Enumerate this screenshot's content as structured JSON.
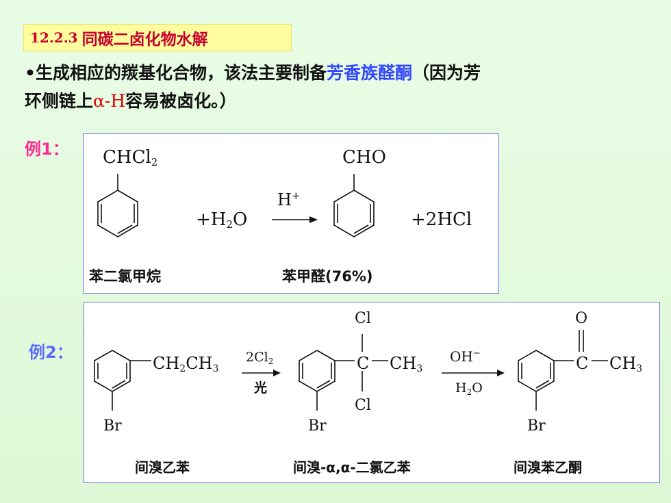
{
  "title": {
    "number": "12.2.3",
    "text": "同碳二卤化物水解"
  },
  "para": {
    "bullet": "•",
    "part1": "生成相应的羰基化合物，该法主要制备",
    "highlight": "芳香族醛酮",
    "part2": "（因为芳",
    "line2_a": "环侧链上",
    "alpha_h": "α-H",
    "line2_b": "容易被卤化。）"
  },
  "example1": {
    "label": "例1：",
    "reactant_group": "CHCl",
    "reactant_sub": "2",
    "plus_water": "+H",
    "water_sub": "2",
    "water_o": "O",
    "catalyst": "H",
    "catalyst_sup": "+",
    "product_group": "CHO",
    "byproduct": "+2HCl",
    "reactant_name": "苯二氯甲烷",
    "product_name": "苯甲醛(76%)"
  },
  "example2": {
    "label": "例2：",
    "r_chain": "CH",
    "r_sub1": "2",
    "r_chain2": "CH",
    "r_sub2": "3",
    "reagent1": "2Cl",
    "reagent1_sub": "2",
    "cond1": "光",
    "cl_top": "Cl",
    "cl_bottom": "Cl",
    "c": "C",
    "ch3": "CH",
    "ch3_sub": "3",
    "reagent2": "OH",
    "reagent2_sup": "−",
    "cond2": "H",
    "cond2_sub": "2",
    "cond2_o": "O",
    "o": "O",
    "br": "Br",
    "name1": "间溴乙苯",
    "name2": "间溴-α,α-二氯乙苯",
    "name3": "间溴苯乙酮"
  }
}
